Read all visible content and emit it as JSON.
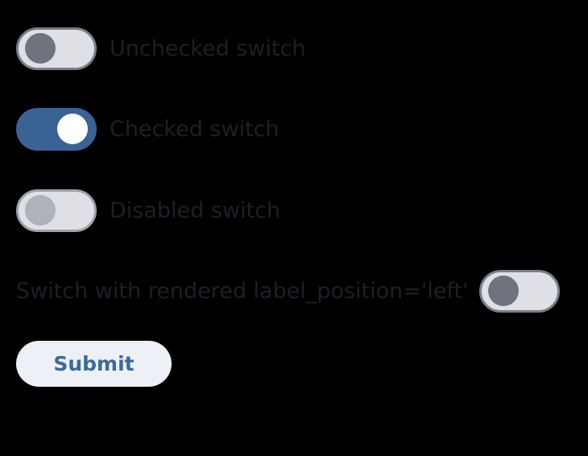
{
  "page": {
    "background_color": "#000000",
    "text_color": "#1b2028"
  },
  "colors": {
    "track_off": "#dfe0e5",
    "track_on": "#3a6294",
    "border_off": "#787f8a",
    "border_disabled": "#9ca1ab",
    "knob_off": "#6e737e",
    "knob_on": "#ffffff",
    "knob_disabled": "#aeb2ba",
    "button_background": "#eef0f8",
    "button_text": "#3a6b9e"
  },
  "switches": [
    {
      "name": "unchecked-switch",
      "label": "Unchecked switch",
      "checked": false,
      "disabled": false,
      "label_position": "right"
    },
    {
      "name": "checked-switch",
      "label": "Checked switch",
      "checked": true,
      "disabled": false,
      "label_position": "right"
    },
    {
      "name": "disabled-switch",
      "label": "Disabled switch",
      "checked": false,
      "disabled": true,
      "label_position": "right"
    },
    {
      "name": "left-label-switch",
      "label": "Switch with rendered label_position='left'",
      "checked": false,
      "disabled": false,
      "label_position": "left"
    }
  ],
  "form": {
    "submit_label": "Submit"
  }
}
